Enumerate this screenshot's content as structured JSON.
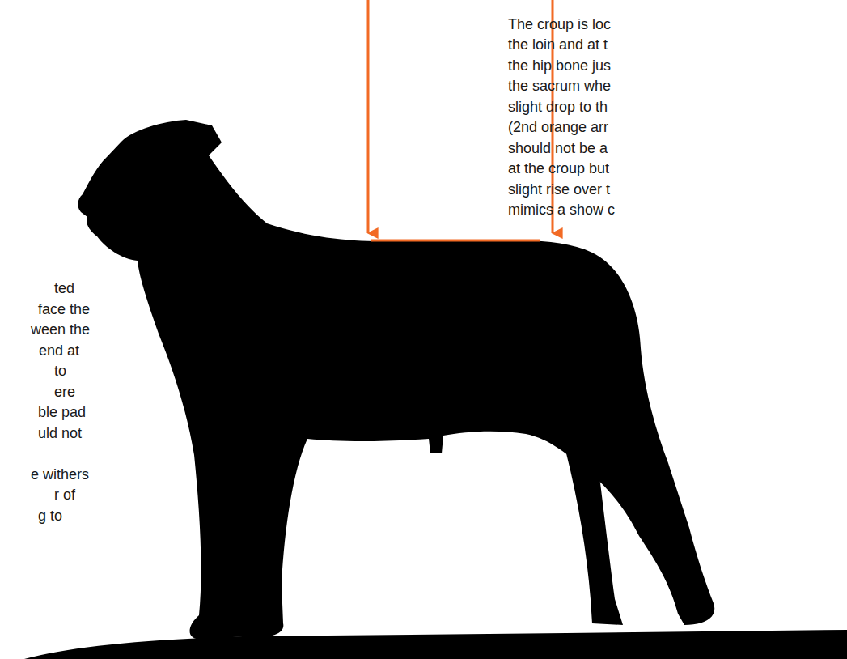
{
  "diagram": {
    "labels": [
      "ted",
      "face the",
      "ween the",
      "end at",
      "to",
      "ere",
      "ble pad",
      "uld not",
      "e withers",
      "r of",
      "g to",
      "The croup is loc",
      "the loin and at t",
      "the hip bone jus",
      "the sacrum whe",
      "slight drop to th",
      "(2nd orange arr",
      "should not be a",
      "at the croup but",
      "slight rise over t",
      "mimics a show c"
    ]
  }
}
